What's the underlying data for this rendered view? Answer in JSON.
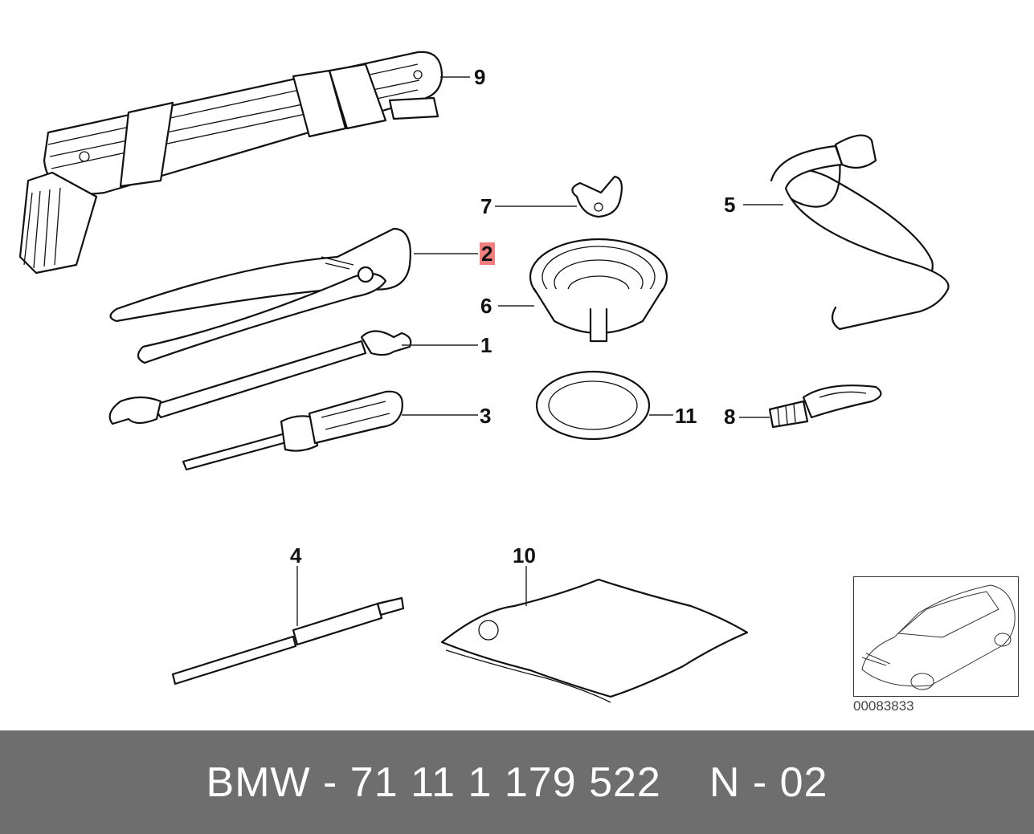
{
  "diagram": {
    "callouts": [
      {
        "id": "9",
        "label": "9",
        "highlighted": false
      },
      {
        "id": "7",
        "label": "7",
        "highlighted": false
      },
      {
        "id": "5",
        "label": "5",
        "highlighted": false
      },
      {
        "id": "2",
        "label": "2",
        "highlighted": true
      },
      {
        "id": "6",
        "label": "6",
        "highlighted": false
      },
      {
        "id": "1",
        "label": "1",
        "highlighted": false
      },
      {
        "id": "3",
        "label": "3",
        "highlighted": false
      },
      {
        "id": "11",
        "label": "11",
        "highlighted": false
      },
      {
        "id": "8",
        "label": "8",
        "highlighted": false
      },
      {
        "id": "4",
        "label": "4",
        "highlighted": false
      },
      {
        "id": "10",
        "label": "10",
        "highlighted": false
      }
    ],
    "highlight_color": "#f08080",
    "reference_code": "00083833"
  },
  "footer": {
    "part_number": "BMW - 71 11 1 179 522",
    "page": "N - 02"
  }
}
